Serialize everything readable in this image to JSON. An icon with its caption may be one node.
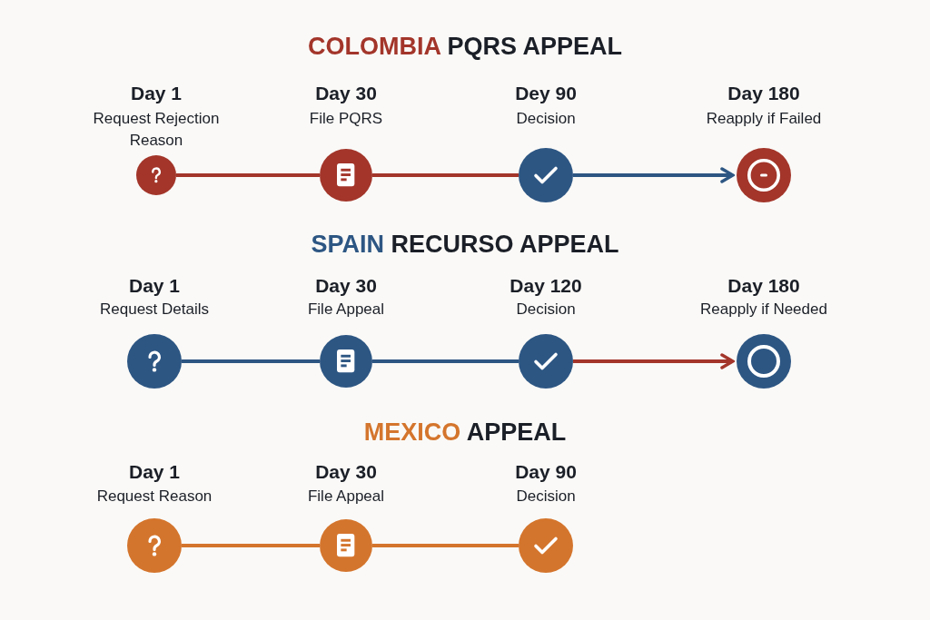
{
  "diagram": {
    "nodes": [
      {
        "text": [],
        "shape": "circle",
        "beside": [
          "Day 1",
          "Request Rejection Reason"
        ]
      },
      {
        "text": [],
        "shape": "circle",
        "beside": [
          "Day 30",
          "File PQRS"
        ]
      },
      {
        "text": [],
        "shape": "circle",
        "beside": [
          "Dey 90",
          "Decision"
        ]
      },
      {
        "text": [],
        "shape": "circle",
        "beside": [
          "Day 180",
          "Reapply if Failed"
        ]
      },
      {
        "text": [],
        "shape": "circle",
        "beside": [
          "Day 1",
          "Request Details"
        ]
      },
      {
        "text": [],
        "shape": "circle",
        "beside": [
          "Day 30",
          "File Appeal"
        ]
      },
      {
        "text": [],
        "shape": "circle",
        "beside": [
          "Day 120",
          "Decision"
        ]
      },
      {
        "text": [],
        "shape": "circle",
        "beside": [
          "Day 180",
          "Reapply if Needed"
        ]
      },
      {
        "text": [],
        "shape": "circle",
        "beside": [
          "Day 1",
          "Request Reason"
        ]
      },
      {
        "text": [],
        "shape": "circle",
        "beside": [
          "Day 30",
          "File Appeal"
        ]
      },
      {
        "text": [],
        "shape": "circle",
        "beside": [
          "Day 90",
          "Decision"
        ]
      }
    ],
    "edges": [
      {
        "from": 0,
        "to": 1,
        "arrow": "none",
        "color": "#a3352a"
      },
      {
        "from": 1,
        "to": 2,
        "arrow": "none",
        "color": "#a3352a"
      },
      {
        "from": 2,
        "to": 3,
        "arrow": "to",
        "color": "#2d5683"
      },
      {
        "from": 4,
        "to": 5,
        "arrow": "none",
        "color": "#2d5683"
      },
      {
        "from": 5,
        "to": 6,
        "arrow": "none",
        "color": "#2d5683"
      },
      {
        "from": 6,
        "to": 7,
        "arrow": "to",
        "color": "#a3352a"
      },
      {
        "from": 8,
        "to": 9,
        "arrow": "none",
        "color": "#d4752d"
      },
      {
        "from": 9,
        "to": 10,
        "arrow": "none",
        "color": "#d4752d"
      }
    ],
    "labels": [
      "COLOMBIA PQRS APPEAL",
      "SPAIN RECURSO APPEAL",
      "MEXICO APPEAL"
    ]
  }
}
